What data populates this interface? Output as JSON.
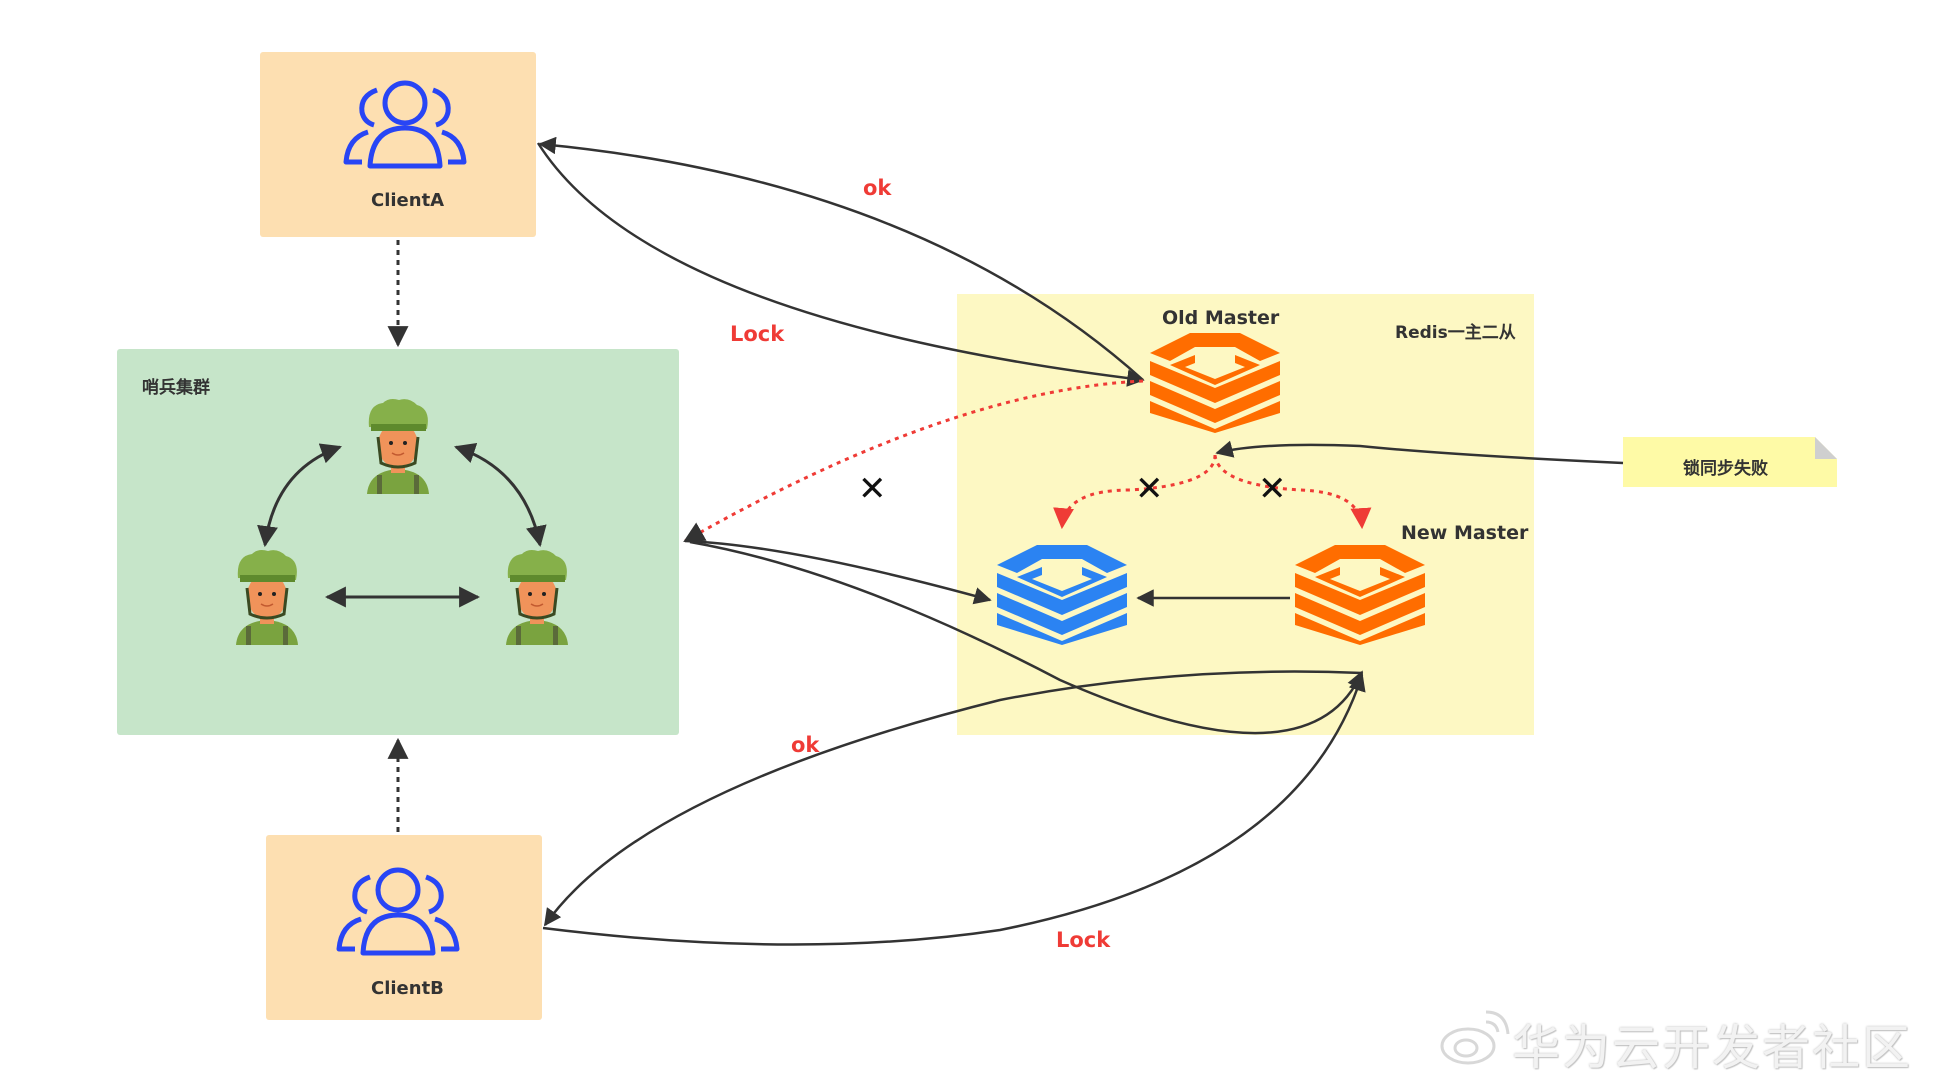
{
  "diagram": {
    "client_a": {
      "label": "ClientA",
      "icon": "users-icon"
    },
    "client_b": {
      "label": "ClientB",
      "icon": "users-icon"
    },
    "sentinel_cluster": {
      "title": "哨兵集群",
      "members": [
        "sentinel-1",
        "sentinel-2",
        "sentinel-3"
      ],
      "icon": "soldier-avatar-icon"
    },
    "redis_group": {
      "title": "Redis一主二从",
      "old_master_label": "Old Master",
      "new_master_label": "New Master",
      "icon": "redis-stack-icon"
    },
    "note": {
      "text": "锁同步失败"
    },
    "edges": {
      "client_a_lock": "Lock",
      "client_a_ok": "ok",
      "client_b_lock": "Lock",
      "client_b_ok": "ok",
      "broken_link_marker": "✕"
    },
    "watermark": {
      "text": "华为云开发者社区",
      "icon": "weibo-icon"
    }
  },
  "colors": {
    "client_fill": "#fddfb1",
    "sentinel_fill": "#c6e5c9",
    "redis_fill": "#fdf8c3",
    "note_fill": "#fefaa6",
    "master_orange": "#ff6d00",
    "slave_blue": "#2b83f2",
    "user_icon_blue": "#2845f5",
    "label_red": "#ef3b36",
    "arrow_dark": "#333333"
  }
}
